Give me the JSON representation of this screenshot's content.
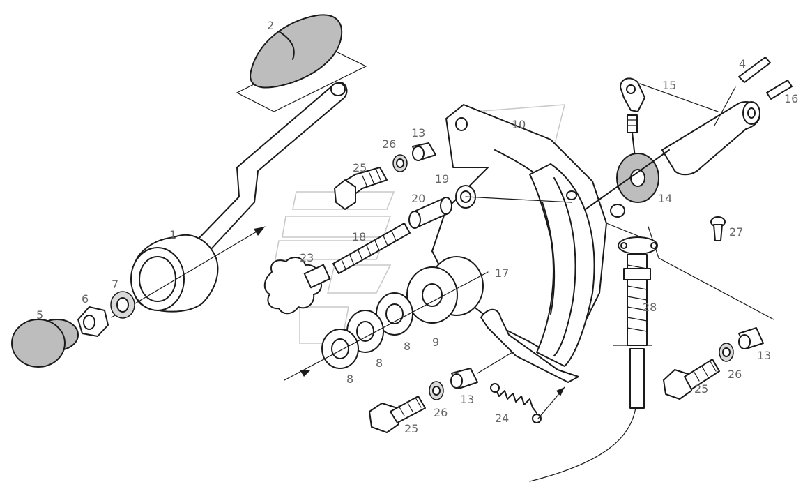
{
  "diagram": {
    "labels": {
      "p1": "1",
      "p2": "2",
      "p4": "4",
      "p5": "5",
      "p6": "6",
      "p7": "7",
      "p8a": "8",
      "p8b": "8",
      "p8c": "8",
      "p9": "9",
      "p10": "10",
      "p13a": "13",
      "p13b": "13",
      "p13c": "13",
      "p14": "14",
      "p15": "15",
      "p16": "16",
      "p17": "17",
      "p18": "18",
      "p19": "19",
      "p20": "20",
      "p23": "23",
      "p24": "24",
      "p25a": "25",
      "p25b": "25",
      "p25c": "25",
      "p26a": "26",
      "p26b": "26",
      "p26c": "26",
      "p27": "27",
      "p28": "28"
    },
    "colors": {
      "ink": "#1a1a1a",
      "label": "#666666",
      "watermark": "#c8c8c8"
    }
  }
}
